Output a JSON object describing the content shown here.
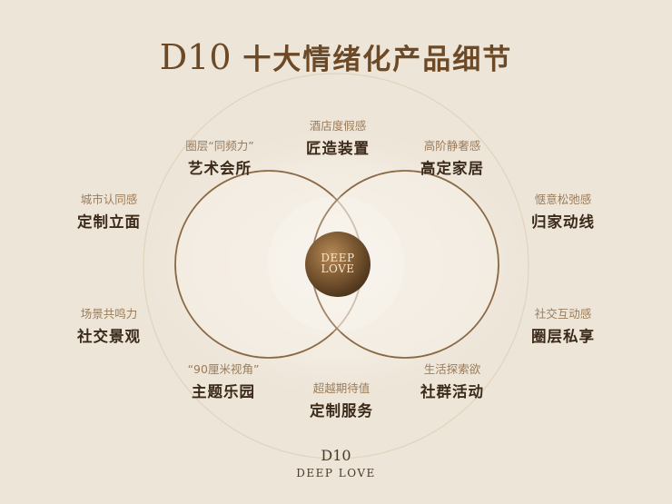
{
  "title": {
    "brand": "D10",
    "text": "十大情绪化产品细节"
  },
  "center": {
    "line1": "DEEP",
    "line2": "LOVE"
  },
  "nodes": [
    {
      "id": "top",
      "sub": "酒店度假感",
      "main": "匠造装置"
    },
    {
      "id": "top-left",
      "sub": "圈层“同频力”",
      "main": "艺术会所"
    },
    {
      "id": "top-right",
      "sub": "高阶静奢感",
      "main": "高定家居"
    },
    {
      "id": "left-upper",
      "sub": "城市认同感",
      "main": "定制立面"
    },
    {
      "id": "right-upper",
      "sub": "惬意松弛感",
      "main": "归家动线"
    },
    {
      "id": "left-lower",
      "sub": "场景共鸣力",
      "main": "社交景观"
    },
    {
      "id": "right-lower",
      "sub": "社交互动感",
      "main": "圈层私享"
    },
    {
      "id": "bottom-left",
      "sub": "“90厘米视角”",
      "main": "主题乐园"
    },
    {
      "id": "bottom-right",
      "sub": "生活探索欲",
      "main": "社群活动"
    },
    {
      "id": "bottom",
      "sub": "超越期待值",
      "main": "定制服务"
    }
  ],
  "footer": {
    "line1": "D10",
    "line2": "DEEP LOVE"
  },
  "colors": {
    "background": "#ede5d8",
    "accent": "#8a6a45",
    "text": "#3b2a1a"
  }
}
